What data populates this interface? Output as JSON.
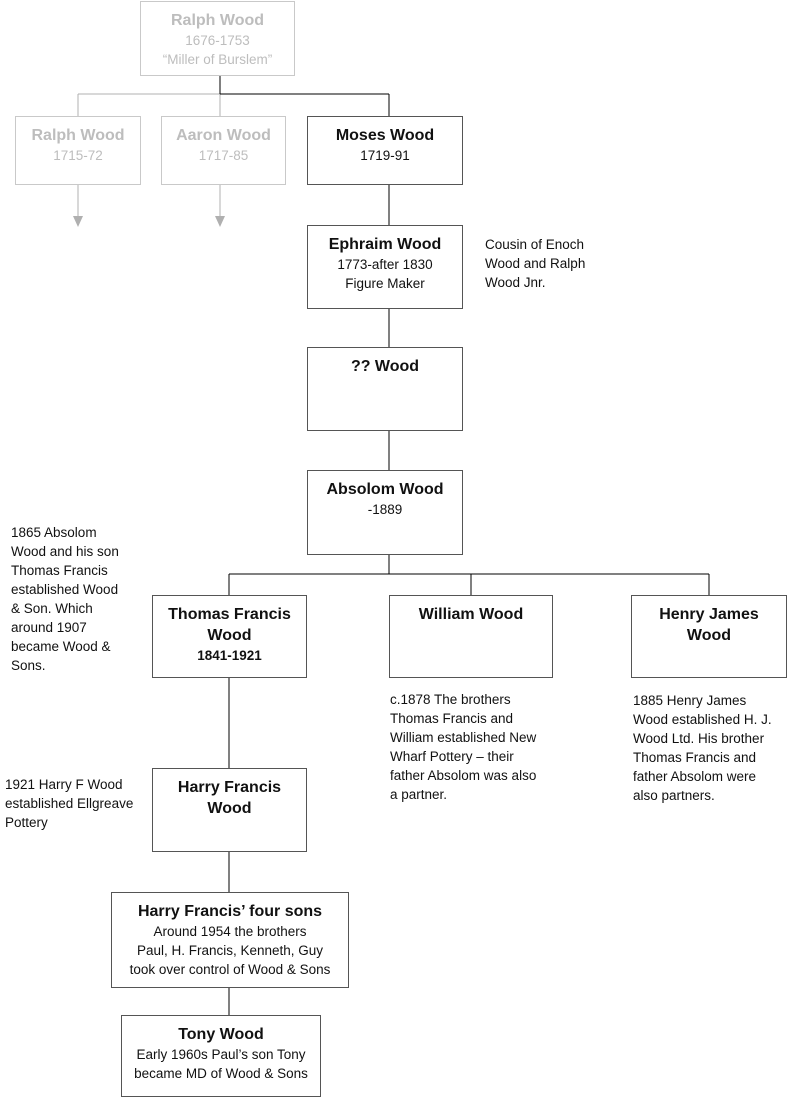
{
  "people": {
    "ralph_sr": {
      "name": "Ralph Wood",
      "dates": "1676-1753",
      "title": "“Miller of Burslem”"
    },
    "ralph": {
      "name": "Ralph Wood",
      "dates": "1715-72"
    },
    "aaron": {
      "name": "Aaron Wood",
      "dates": "1717-85"
    },
    "moses": {
      "name": "Moses Wood",
      "dates": "1719-91"
    },
    "ephraim": {
      "name": "Ephraim Wood",
      "dates": "1773-after 1830",
      "title": "Figure Maker"
    },
    "unknown": {
      "name": "?? Wood"
    },
    "absolom": {
      "name": "Absolom Wood",
      "dates": "-1889"
    },
    "thomas": {
      "name_l1": "Thomas Francis",
      "name_l2": "Wood",
      "dates": "1841-1921"
    },
    "william": {
      "name": "William Wood"
    },
    "henry": {
      "name_l1": "Henry James",
      "name_l2": "Wood"
    },
    "harry": {
      "name_l1": "Harry Francis",
      "name_l2": "Wood"
    },
    "sons": {
      "name": "Harry Francis’ four sons",
      "l1": "Around 1954 the brothers",
      "l2": "Paul, H. Francis, Kenneth, Guy",
      "l3": "took over control of Wood & Sons"
    },
    "tony": {
      "name": "Tony Wood",
      "l1": "Early 1960s Paul’s son Tony",
      "l2": "became MD of Wood & Sons"
    }
  },
  "notes": {
    "ephraim": [
      "Cousin of Enoch",
      "Wood and Ralph",
      "Wood Jnr."
    ],
    "absolom": [
      "1865 Absolom",
      "Wood and his son",
      "Thomas Francis",
      "established Wood",
      "& Son. Which",
      "around 1907",
      "became Wood &",
      "Sons."
    ],
    "william": [
      "c.1878 The brothers",
      "Thomas Francis and",
      "William established New",
      "Wharf Pottery – their",
      "father Absolom was also",
      "a partner."
    ],
    "henry": [
      "1885 Henry James",
      "Wood established H. J.",
      "Wood Ltd. His brother",
      "Thomas Francis and",
      "father Absolom were",
      "also partners."
    ],
    "harry": [
      "1921 Harry F Wood",
      "established Ellgreave",
      "Pottery"
    ]
  },
  "colors": {
    "line": "#000000",
    "faded_line": "#b0b0b0",
    "faded_text": "#bdbdbd",
    "border": "#555555"
  }
}
